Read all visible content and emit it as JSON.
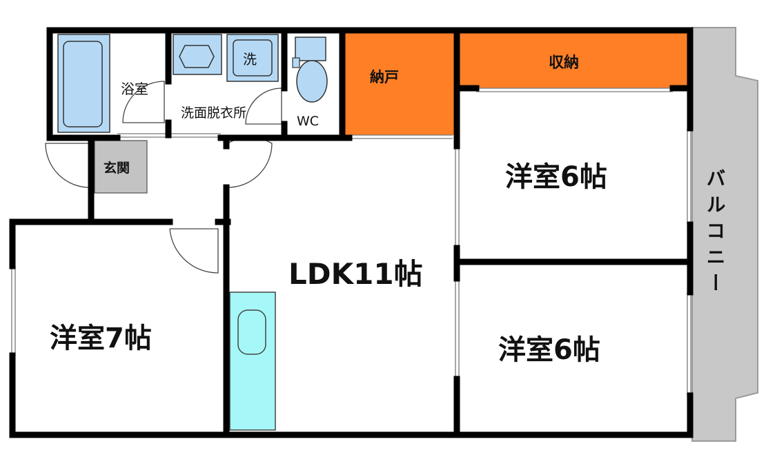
{
  "rooms": {
    "bath": "浴室",
    "washroom": "洗面脱衣所",
    "washer": "洗",
    "toilet": "WC",
    "storage_closet": "納戸",
    "closet": "収納",
    "entrance": "玄関",
    "ldk": "LDK11帖",
    "western_room_upper": "洋室6帖",
    "western_room_lower": "洋室6帖",
    "western_room_left": "洋室7帖",
    "balcony": "バルコニー"
  },
  "colors": {
    "wall": "#000000",
    "fixture_blue": "#b5d9f5",
    "kitchen_cyan": "#a6f7f7",
    "storage_orange": "#ff7f27",
    "entrance_gray": "#c3c3c3",
    "balcony_gray": "#c8c8c8"
  }
}
